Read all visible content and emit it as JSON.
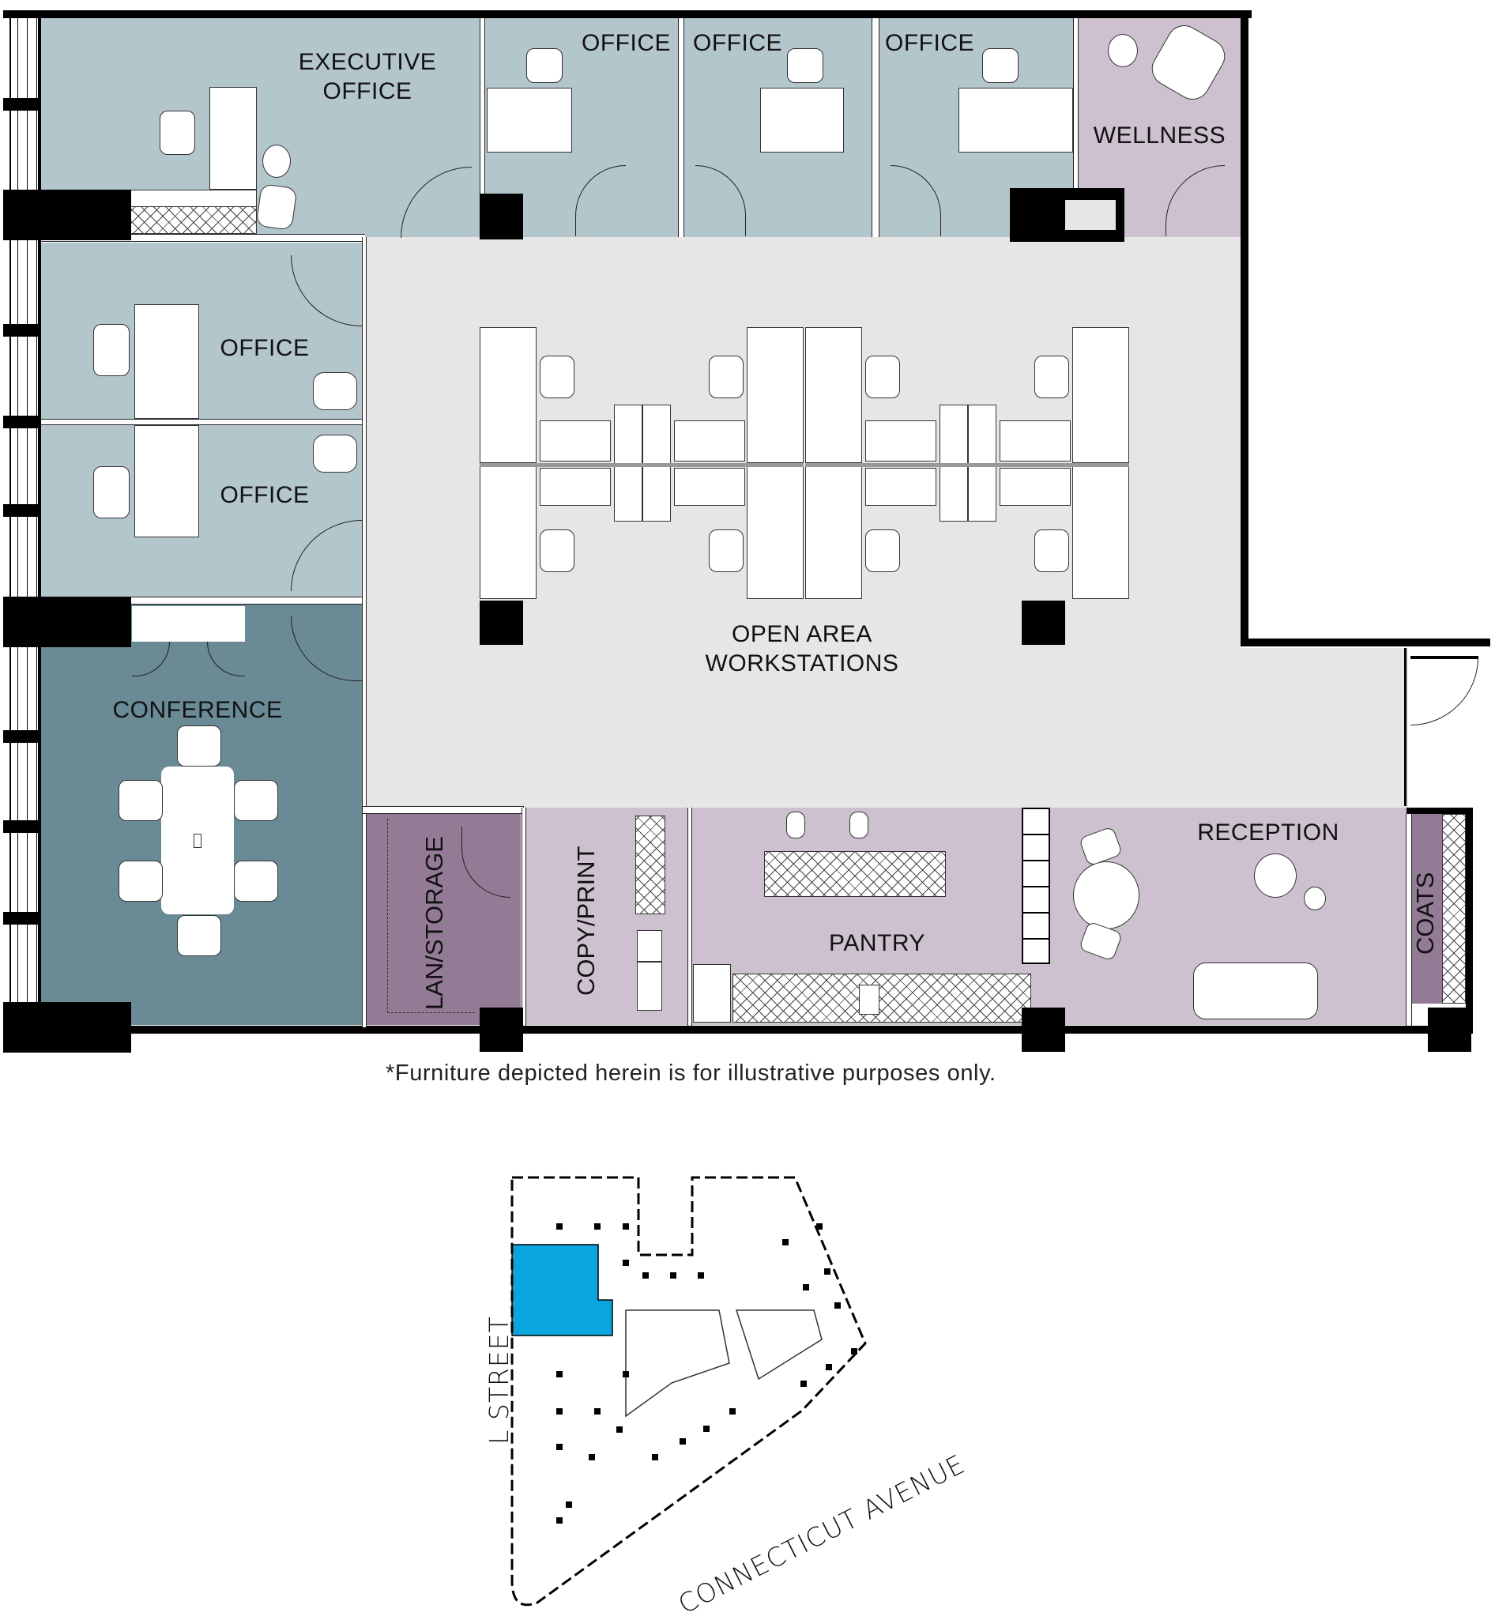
{
  "colors": {
    "office": "#b3c6cc",
    "conference": "#6a8a95",
    "open_area": "#e6e6e6",
    "support_light": "#cdc0cf",
    "support_dark": "#937b95",
    "wall": "#000000",
    "key_highlight": "#0aa5dd"
  },
  "floor_plan": {
    "rooms": [
      {
        "id": "executive-office",
        "label_lines": [
          "EXECUTIVE",
          "OFFICE"
        ],
        "color": "office"
      },
      {
        "id": "office-top-1",
        "label": "OFFICE",
        "color": "office"
      },
      {
        "id": "office-top-2",
        "label": "OFFICE",
        "color": "office"
      },
      {
        "id": "office-top-3",
        "label": "OFFICE",
        "color": "office"
      },
      {
        "id": "wellness",
        "label": "WELLNESS",
        "color": "support_light"
      },
      {
        "id": "office-left-1",
        "label": "OFFICE",
        "color": "office"
      },
      {
        "id": "office-left-2",
        "label": "OFFICE",
        "color": "office"
      },
      {
        "id": "conference",
        "label": "CONFERENCE",
        "color": "conference"
      },
      {
        "id": "open-area",
        "label_lines": [
          "OPEN AREA",
          "WORKSTATIONS"
        ],
        "color": "open_area"
      },
      {
        "id": "lan-storage",
        "label": "LAN/STORAGE",
        "color": "support_dark",
        "vertical": true
      },
      {
        "id": "copy-print",
        "label": "COPY/PRINT",
        "color": "support_light",
        "vertical": true
      },
      {
        "id": "pantry",
        "label": "PANTRY",
        "color": "support_light"
      },
      {
        "id": "reception",
        "label": "RECEPTION",
        "color": "support_light"
      },
      {
        "id": "coats",
        "label": "COATS",
        "color": "support_dark",
        "vertical": true
      }
    ],
    "workstation_count": 8,
    "conference_seats": 6
  },
  "disclaimer": "*Furniture depicted herein is for illustrative purposes only.",
  "key_plan": {
    "streets": [
      "L STREET",
      "CONNECTICUT AVENUE"
    ],
    "highlight_label": "suite-location"
  }
}
